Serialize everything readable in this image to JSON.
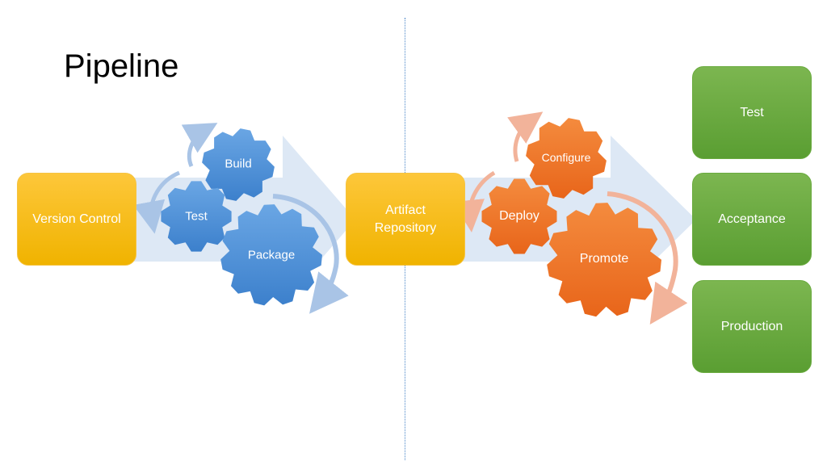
{
  "title": "Pipeline",
  "boxes": {
    "version_control": "Version Control",
    "artifact_repository": "Artifact Repository"
  },
  "build_gears": {
    "build": "Build",
    "test": "Test",
    "package": "Package"
  },
  "deploy_gears": {
    "configure": "Configure",
    "deploy": "Deploy",
    "promote": "Promote"
  },
  "environments": {
    "test": "Test",
    "acceptance": "Acceptance",
    "production": "Production"
  },
  "colors": {
    "blue_gear": "#4a8ed6",
    "orange_gear": "#ef7121",
    "yellow_box": "#f9bd1a",
    "green_box": "#6aab3f",
    "flow_arrow": "#dbe7f5"
  }
}
